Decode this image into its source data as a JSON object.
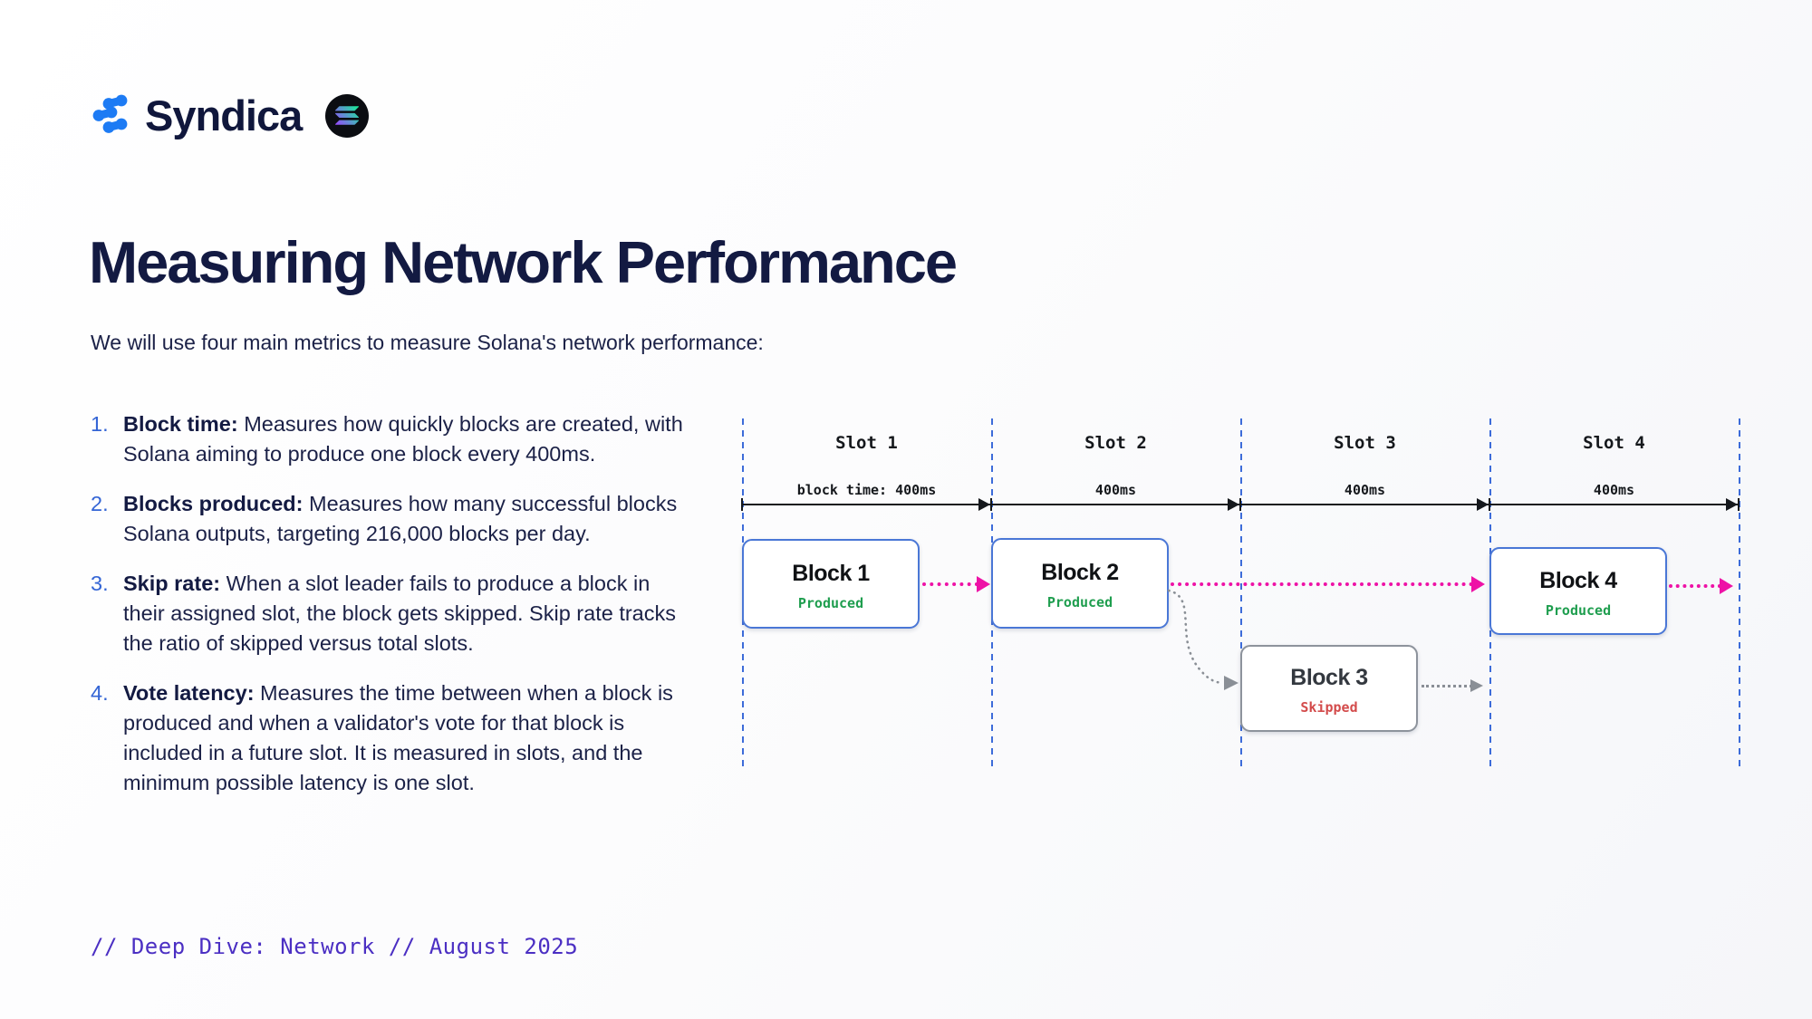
{
  "brand": {
    "name": "Syndica",
    "syndica_icon": "syndica-dots-logo",
    "solana_icon": "solana-logo"
  },
  "title": "Measuring Network Performance",
  "intro": "We will use four main metrics to measure Solana's network performance:",
  "metrics": [
    {
      "num": "1.",
      "lead": "Block time:",
      "text": " Measures how quickly blocks are created, with Solana aiming to produce one block every 400ms."
    },
    {
      "num": "2.",
      "lead": "Blocks produced:",
      "text": " Measures how many successful blocks Solana outputs, targeting 216,000 blocks per day."
    },
    {
      "num": "3.",
      "lead": "Skip rate:",
      "text": " When a slot leader fails to produce a block in their assigned slot, the block gets skipped. Skip rate tracks the ratio of skipped versus total slots."
    },
    {
      "num": "4.",
      "lead": "Vote latency:",
      "text": " Measures the time between when a block is produced and when a validator's vote for that block is included in a future slot. It is measured in slots, and the minimum possible latency is one slot."
    }
  ],
  "diagram": {
    "slots": [
      {
        "label": "Slot 1",
        "time": "block time: 400ms"
      },
      {
        "label": "Slot 2",
        "time": "400ms"
      },
      {
        "label": "Slot 3",
        "time": "400ms"
      },
      {
        "label": "Slot 4",
        "time": "400ms"
      }
    ],
    "blocks": [
      {
        "title": "Block 1",
        "status": "Produced"
      },
      {
        "title": "Block 2",
        "status": "Produced"
      },
      {
        "title": "Block 3",
        "status": "Skipped"
      },
      {
        "title": "Block 4",
        "status": "Produced"
      }
    ]
  },
  "footer": "// Deep Dive: Network // August 2025",
  "colors": {
    "navy_text": "#131a42",
    "list_number_blue": "#3465d5",
    "syndica_blue": "#1d7bf4",
    "footer_purple": "#4b2fc3",
    "slot_line_blue": "#3d6cd9",
    "block_border_blue": "#4a77d6",
    "block_border_gray": "#8d939c",
    "produced_green": "#1f9e4f",
    "skipped_red": "#d34b4b",
    "arrow_pink": "#ee12a6",
    "solana_gradient_start": "#9945FF",
    "solana_gradient_end": "#14F195"
  }
}
